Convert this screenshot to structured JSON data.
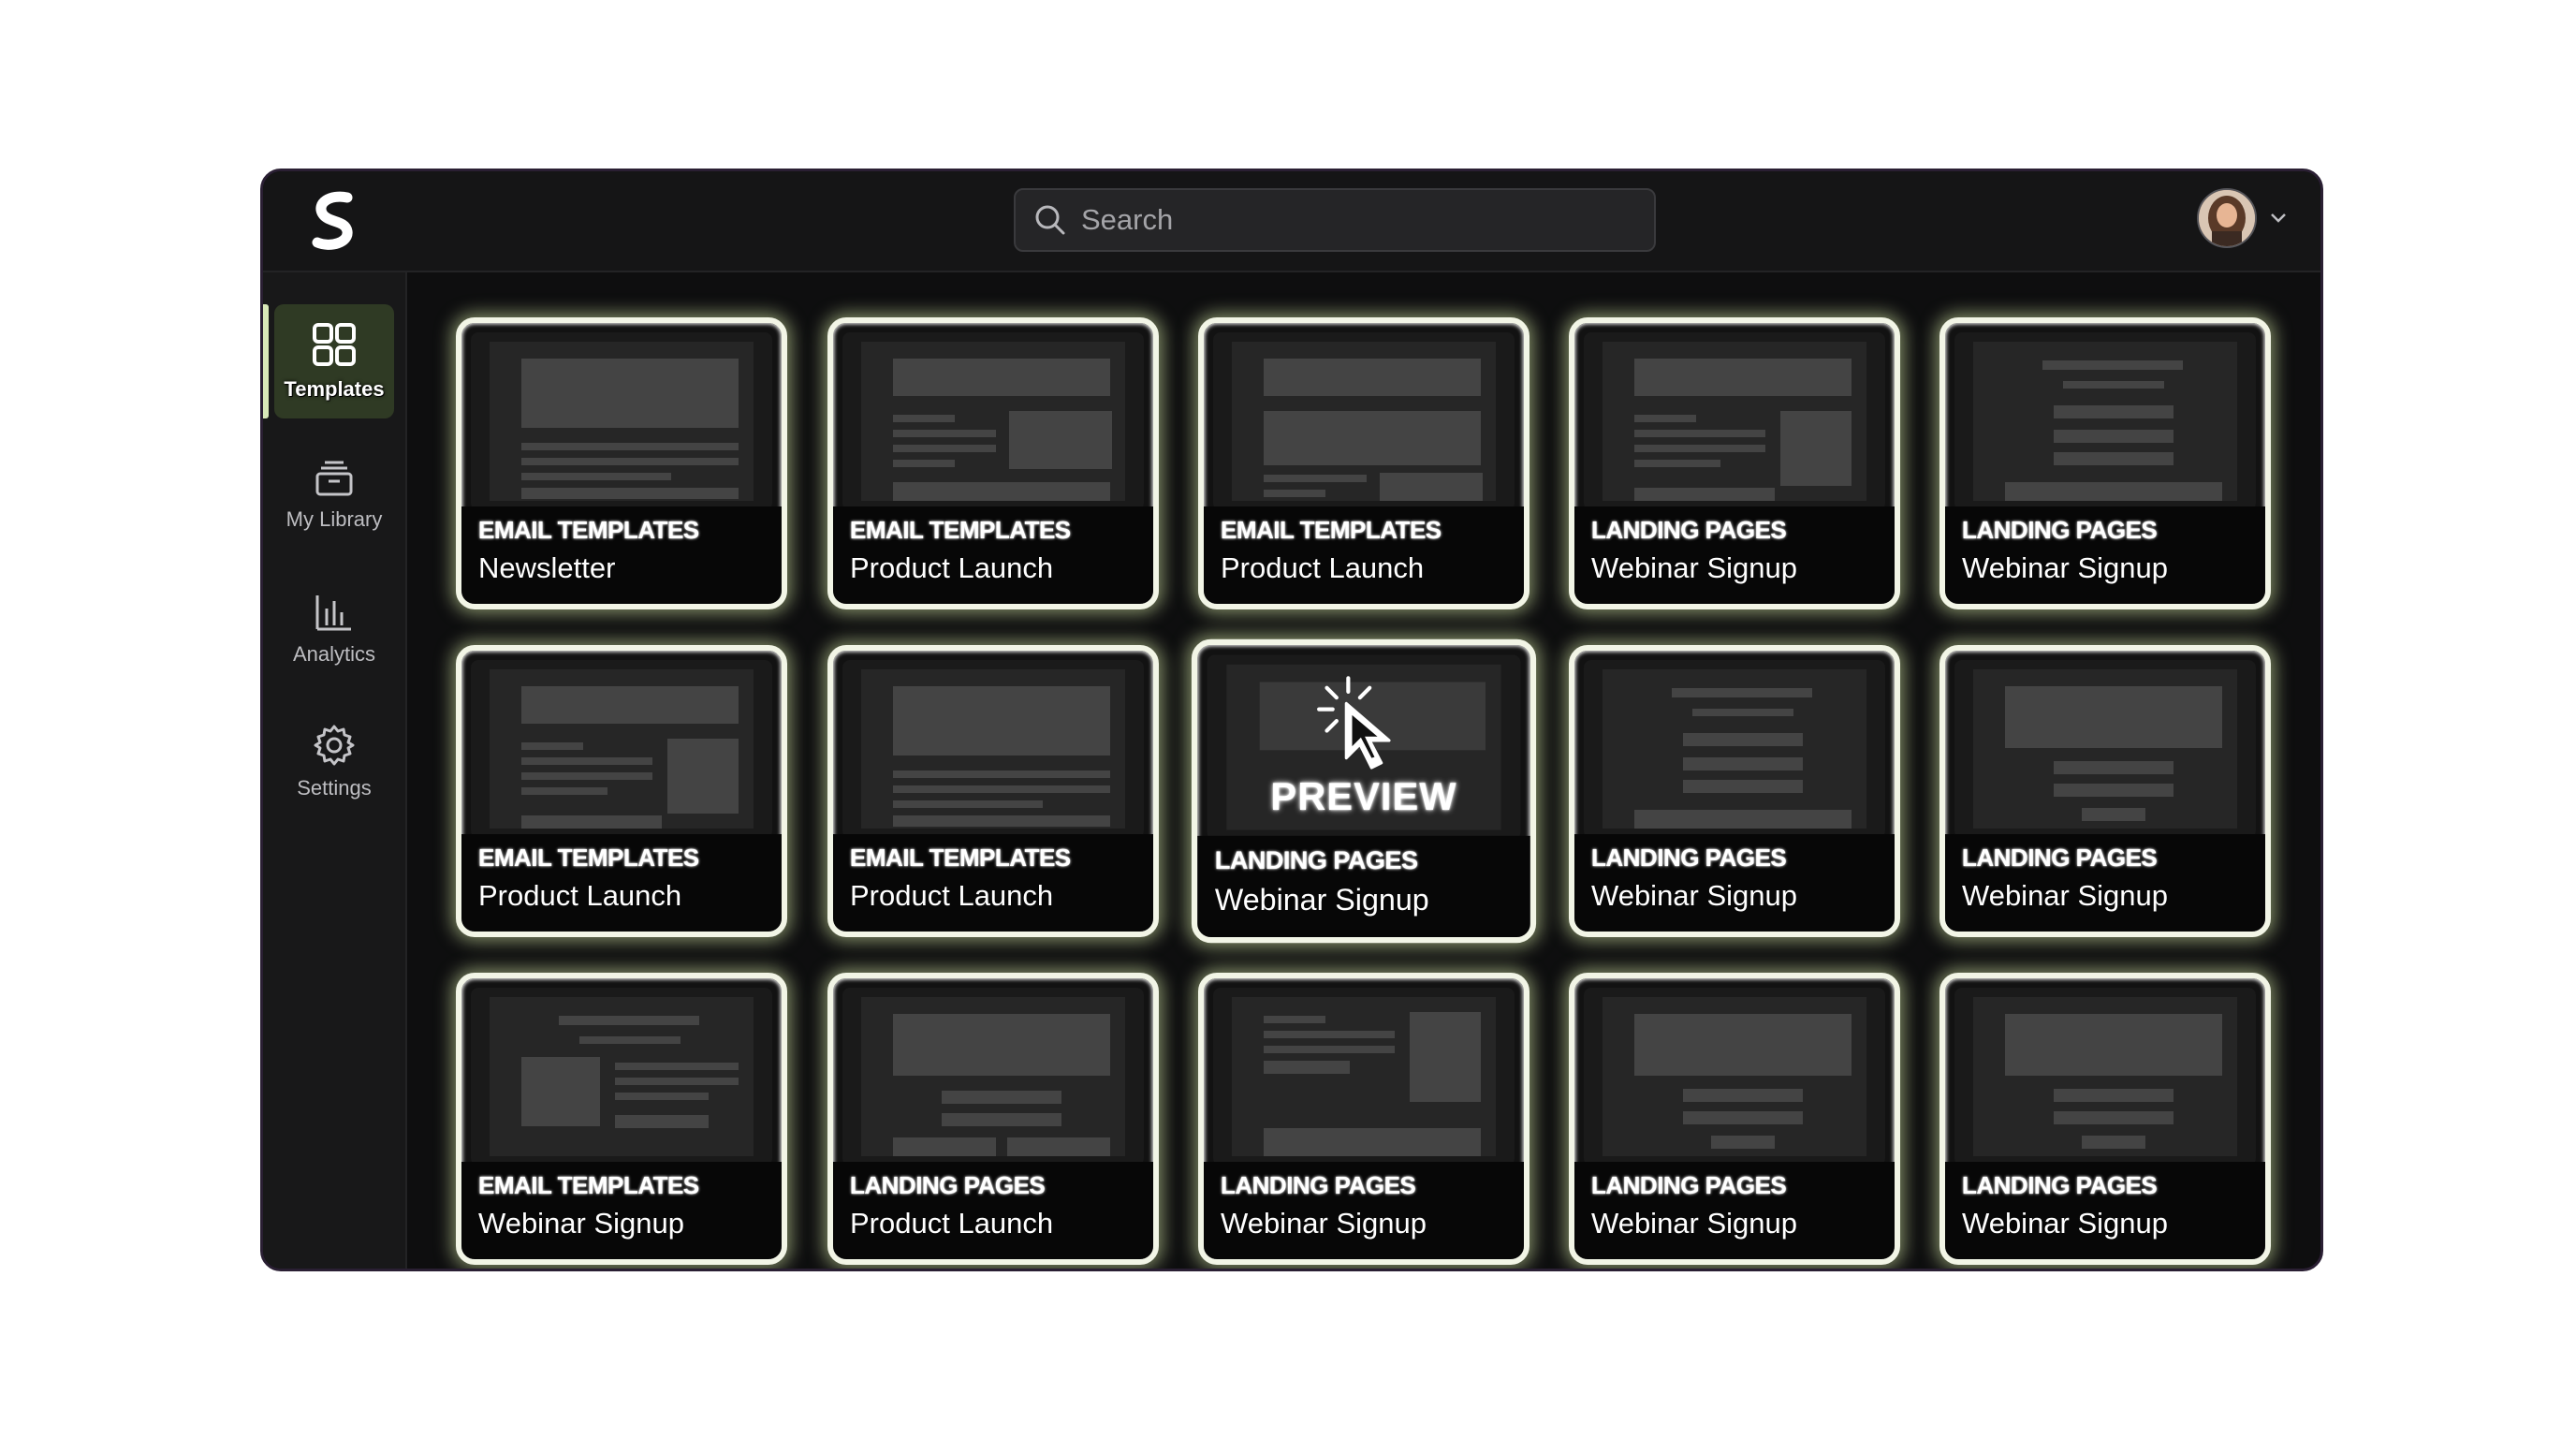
{
  "search": {
    "placeholder": "Search"
  },
  "sidebar": {
    "items": [
      {
        "label": "Templates",
        "icon": "grid-icon",
        "active": true
      },
      {
        "label": "My Library",
        "icon": "library-icon",
        "active": false
      },
      {
        "label": "Analytics",
        "icon": "bar-chart-icon",
        "active": false
      },
      {
        "label": "Settings",
        "icon": "gear-icon",
        "active": false
      }
    ]
  },
  "templates": [
    {
      "category": "EMAIL TEMPLATES",
      "name": "Newsletter"
    },
    {
      "category": "EMAIL TEMPLATES",
      "name": "Product Launch"
    },
    {
      "category": "EMAIL TEMPLATES",
      "name": "Product Launch"
    },
    {
      "category": "LANDING PAGES",
      "name": "Webinar Signup"
    },
    {
      "category": "LANDING PAGES",
      "name": "Webinar Signup"
    },
    {
      "category": "EMAIL TEMPLATES",
      "name": "Product Launch"
    },
    {
      "category": "EMAIL TEMPLATES",
      "name": "Product Launch"
    },
    {
      "category": "LANDING PAGES",
      "name": "Webinar Signup",
      "hover": true
    },
    {
      "category": "LANDING PAGES",
      "name": "Webinar Signup"
    },
    {
      "category": "LANDING PAGES",
      "name": "Webinar Signup"
    },
    {
      "category": "EMAIL TEMPLATES",
      "name": "Webinar Signup"
    },
    {
      "category": "LANDING PAGES",
      "name": "Product Launch"
    },
    {
      "category": "LANDING PAGES",
      "name": "Webinar Signup"
    },
    {
      "category": "LANDING PAGES",
      "name": "Webinar Signup"
    },
    {
      "category": "LANDING PAGES",
      "name": "Webinar Signup"
    }
  ],
  "preview": {
    "label": "PREVIEW"
  },
  "colors": {
    "accent": "#d8e8b8",
    "glow": "#e1f5af",
    "background": "#0e0e0f"
  }
}
